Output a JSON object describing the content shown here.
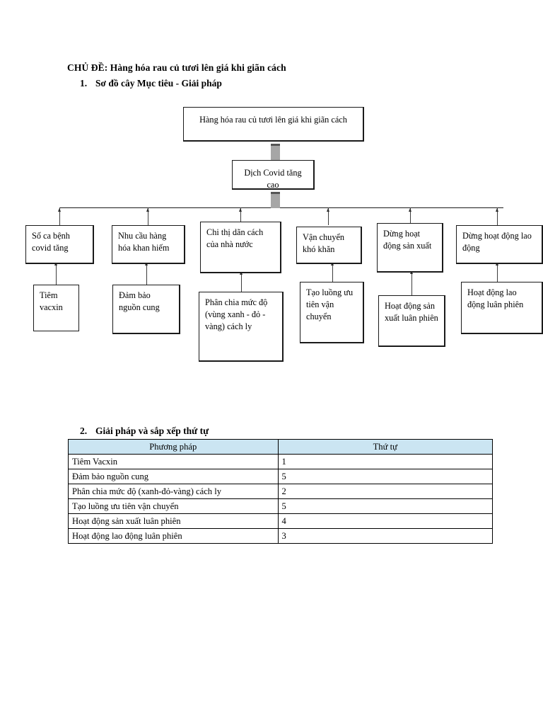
{
  "document": {
    "title": "CHỦ ĐỀ: Hàng hóa rau củ tươi lên giá khi giãn cách",
    "sections": [
      {
        "number": "1.",
        "heading": "Sơ đồ cây Mục tiêu - Giải pháp"
      },
      {
        "number": "2.",
        "heading": "Giải pháp và sắp xếp thứ tự"
      }
    ]
  },
  "diagram": {
    "root": "Hàng hóa rau củ tươi lên giá khi giãn cách",
    "driver": "Dịch Covid tăng cao",
    "causes": [
      "Số ca bệnh covid tăng",
      "Nhu cầu hàng hóa khan hiếm",
      "Chi thị dãn cách của nhà nước",
      "Vận chuyển khó khăn",
      "Dừng hoạt động sản xuất",
      "Dừng hoạt động lao động"
    ],
    "solutions": [
      "Tiêm vacxin",
      "Đảm bảo nguồn cung",
      "Phân chia mức độ (vùng xanh - đỏ - vàng) cách ly",
      "Tạo luồng ưu tiên vận chuyển",
      "Hoạt động sản xuất luân phiên",
      "Hoạt động lao động luân phiên"
    ]
  },
  "table": {
    "headers": [
      "Phương pháp",
      "Thứ tự"
    ],
    "rows": [
      {
        "method": "Tiêm Vacxin",
        "order": "1"
      },
      {
        "method": "Đảm bảo nguồn cung",
        "order": "5"
      },
      {
        "method": "Phân chia mức độ (xanh-đỏ-vàng) cách ly",
        "order": "2"
      },
      {
        "method": "Tạo luồng ưu tiên vận chuyển",
        "order": "5"
      },
      {
        "method": "Hoạt động sản xuất luân phiên",
        "order": "4"
      },
      {
        "method": "Hoạt động lao động luân phiên",
        "order": "3"
      }
    ]
  },
  "colors": {
    "table_header_fill": "#cbe5f2",
    "node_border": "#1a1a1a",
    "connector_gray": "#a6a6a6"
  }
}
